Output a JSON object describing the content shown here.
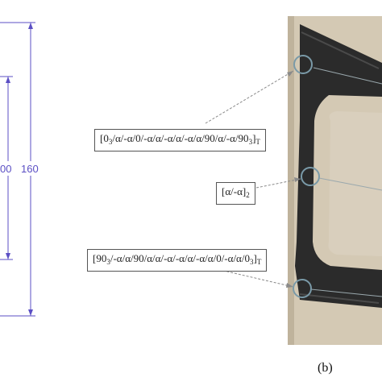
{
  "dimensions": {
    "inner_label": "00",
    "outer_label": "160"
  },
  "labels": {
    "top_layup": {
      "parts": [
        "[0",
        "3",
        "/α/-α/0/-α/α/-α/α/-α/α/90/α/-α/90",
        "3",
        "]",
        "T",
        ""
      ]
    },
    "middle_layup": {
      "parts": [
        "[α/-α]",
        "2",
        ""
      ]
    },
    "bottom_layup": {
      "parts": [
        "[90",
        "3",
        "/-α/α/90/α/α/-α/-α/α/-α/α/0/-α/α/0",
        "3",
        "]",
        "T",
        ""
      ]
    }
  },
  "panel_label": "(b)",
  "colors": {
    "dimension": "#5b4fc4",
    "circle": "#7a9aa8",
    "leader": "#8a8a8a",
    "specimen": "#2a2a2a",
    "background_photo": "#cfc3ad"
  }
}
